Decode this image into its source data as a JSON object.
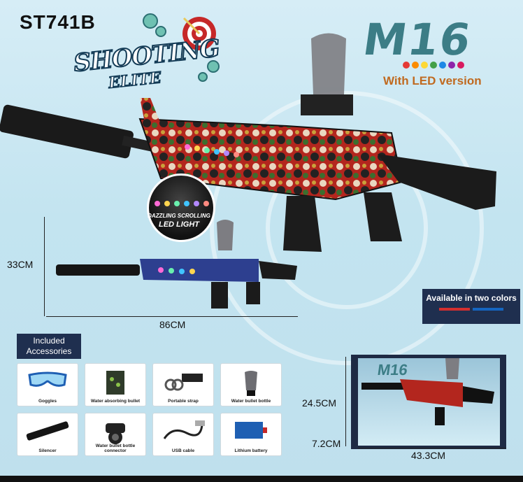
{
  "model_code": "ST741B",
  "brand": {
    "line1": "SHOOTING",
    "line2": "ELITE"
  },
  "product_name": "M16",
  "led_version": "With LED version",
  "led_dot_colors": [
    "#e53935",
    "#fb8c00",
    "#fdd835",
    "#43a047",
    "#1e88e5",
    "#8e24aa",
    "#d81b60"
  ],
  "led_bubble": {
    "line1": "DAZZLING SCROLLING",
    "line2": "LED LIGHT"
  },
  "dimensions": {
    "height": "33CM",
    "length": "86CM"
  },
  "colors_available": {
    "text": "Available in two colors",
    "swatches": [
      "#d32f2f",
      "#1565c0"
    ]
  },
  "accessories": {
    "title": "Included Accessories",
    "items": [
      {
        "label": "Goggles",
        "icon": "goggles-icon"
      },
      {
        "label": "Water absorbing bullet",
        "icon": "bullet-pack-icon"
      },
      {
        "label": "Portable strap",
        "icon": "strap-icon"
      },
      {
        "label": "Water bullet bottle",
        "icon": "bottle-icon"
      },
      {
        "label": "Silencer",
        "icon": "silencer-icon"
      },
      {
        "label": "Water bullet bottle connector",
        "icon": "connector-icon"
      },
      {
        "label": "USB cable",
        "icon": "usb-cable-icon"
      },
      {
        "label": "Lithium battery",
        "icon": "battery-icon"
      }
    ]
  },
  "package": {
    "product_name": "M16",
    "height": "24.5CM",
    "depth": "7.2CM",
    "width": "43.3CM"
  }
}
